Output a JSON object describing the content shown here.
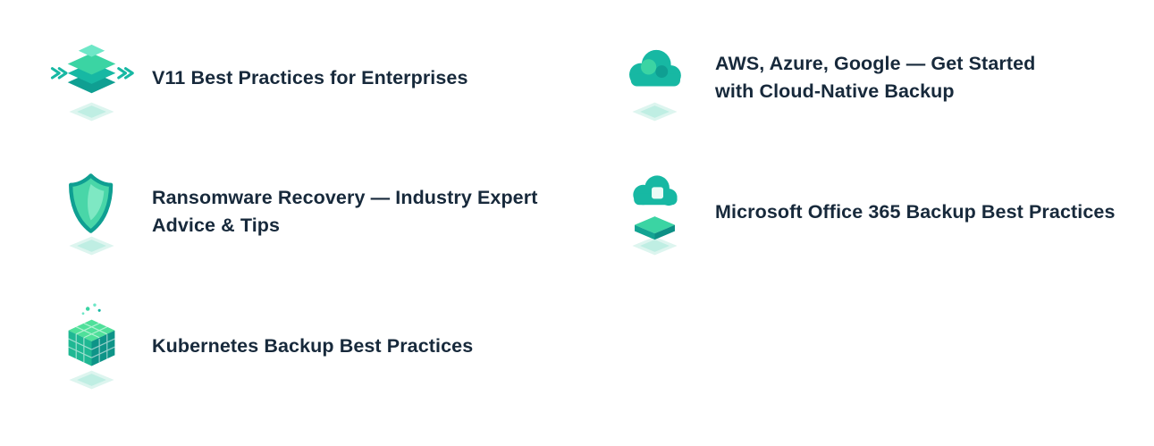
{
  "colors": {
    "background": "#ffffff",
    "title_text": "#17293b",
    "teal": "#17b8a3",
    "teal_dark": "#0f9f92",
    "green": "#3bd4a3",
    "green_light": "#6ee7c7",
    "shadow": "#d9f4ee"
  },
  "links": [
    {
      "icon": "v11-layers-icon",
      "lines": [
        "V11 Best Practices for Enterprises"
      ]
    },
    {
      "icon": "cloud-native-backup-icon",
      "lines": [
        "AWS, Azure, Google — Get Started",
        "with Cloud-Native Backup"
      ]
    },
    {
      "icon": "ransomware-shield-icon",
      "lines": [
        "Ransomware Recovery — Industry Expert",
        "Advice & Tips"
      ]
    },
    {
      "icon": "office-365-cloud-icon",
      "lines": [
        "Microsoft Office 365 Backup Best Practices"
      ]
    },
    {
      "icon": "kubernetes-cubes-icon",
      "lines": [
        "Kubernetes Backup Best Practices"
      ]
    }
  ]
}
